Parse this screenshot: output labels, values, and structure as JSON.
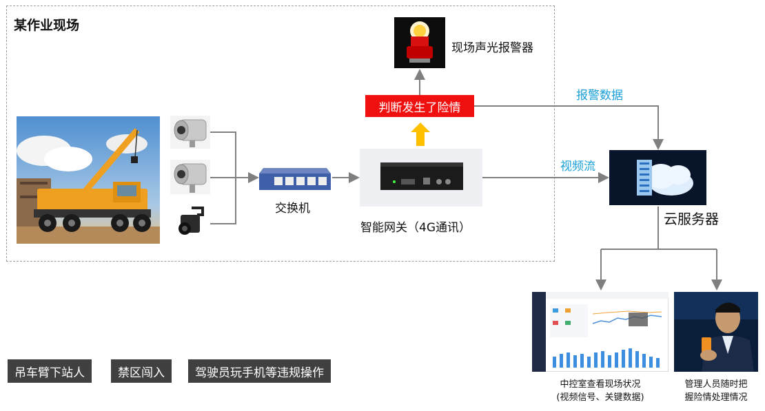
{
  "site": {
    "title": "某作业现场"
  },
  "labels": {
    "alarm_device": "现场声光报警器",
    "switch": "交换机",
    "gateway": "智能网关（4G通讯）",
    "cloud_server": "云服务器",
    "alarm_data": "报警数据",
    "video_stream": "视频流",
    "danger_detected": "判断发生了险情"
  },
  "scenarios": [
    "吊车臂下站人",
    "禁区闯入",
    "驾驶员玩手机等违规操作"
  ],
  "outputs": {
    "control_room_line1": "中控室查看现场状况",
    "control_room_line2": "(视频信号、关键数据)",
    "manager_line1": "管理人员随时把",
    "manager_line2": "握险情处理情况"
  },
  "colors": {
    "alert_red": "#f01010",
    "accent_blue": "#1aa0d8",
    "arrow_yellow": "#ffc000",
    "tag_gray": "#404040"
  }
}
